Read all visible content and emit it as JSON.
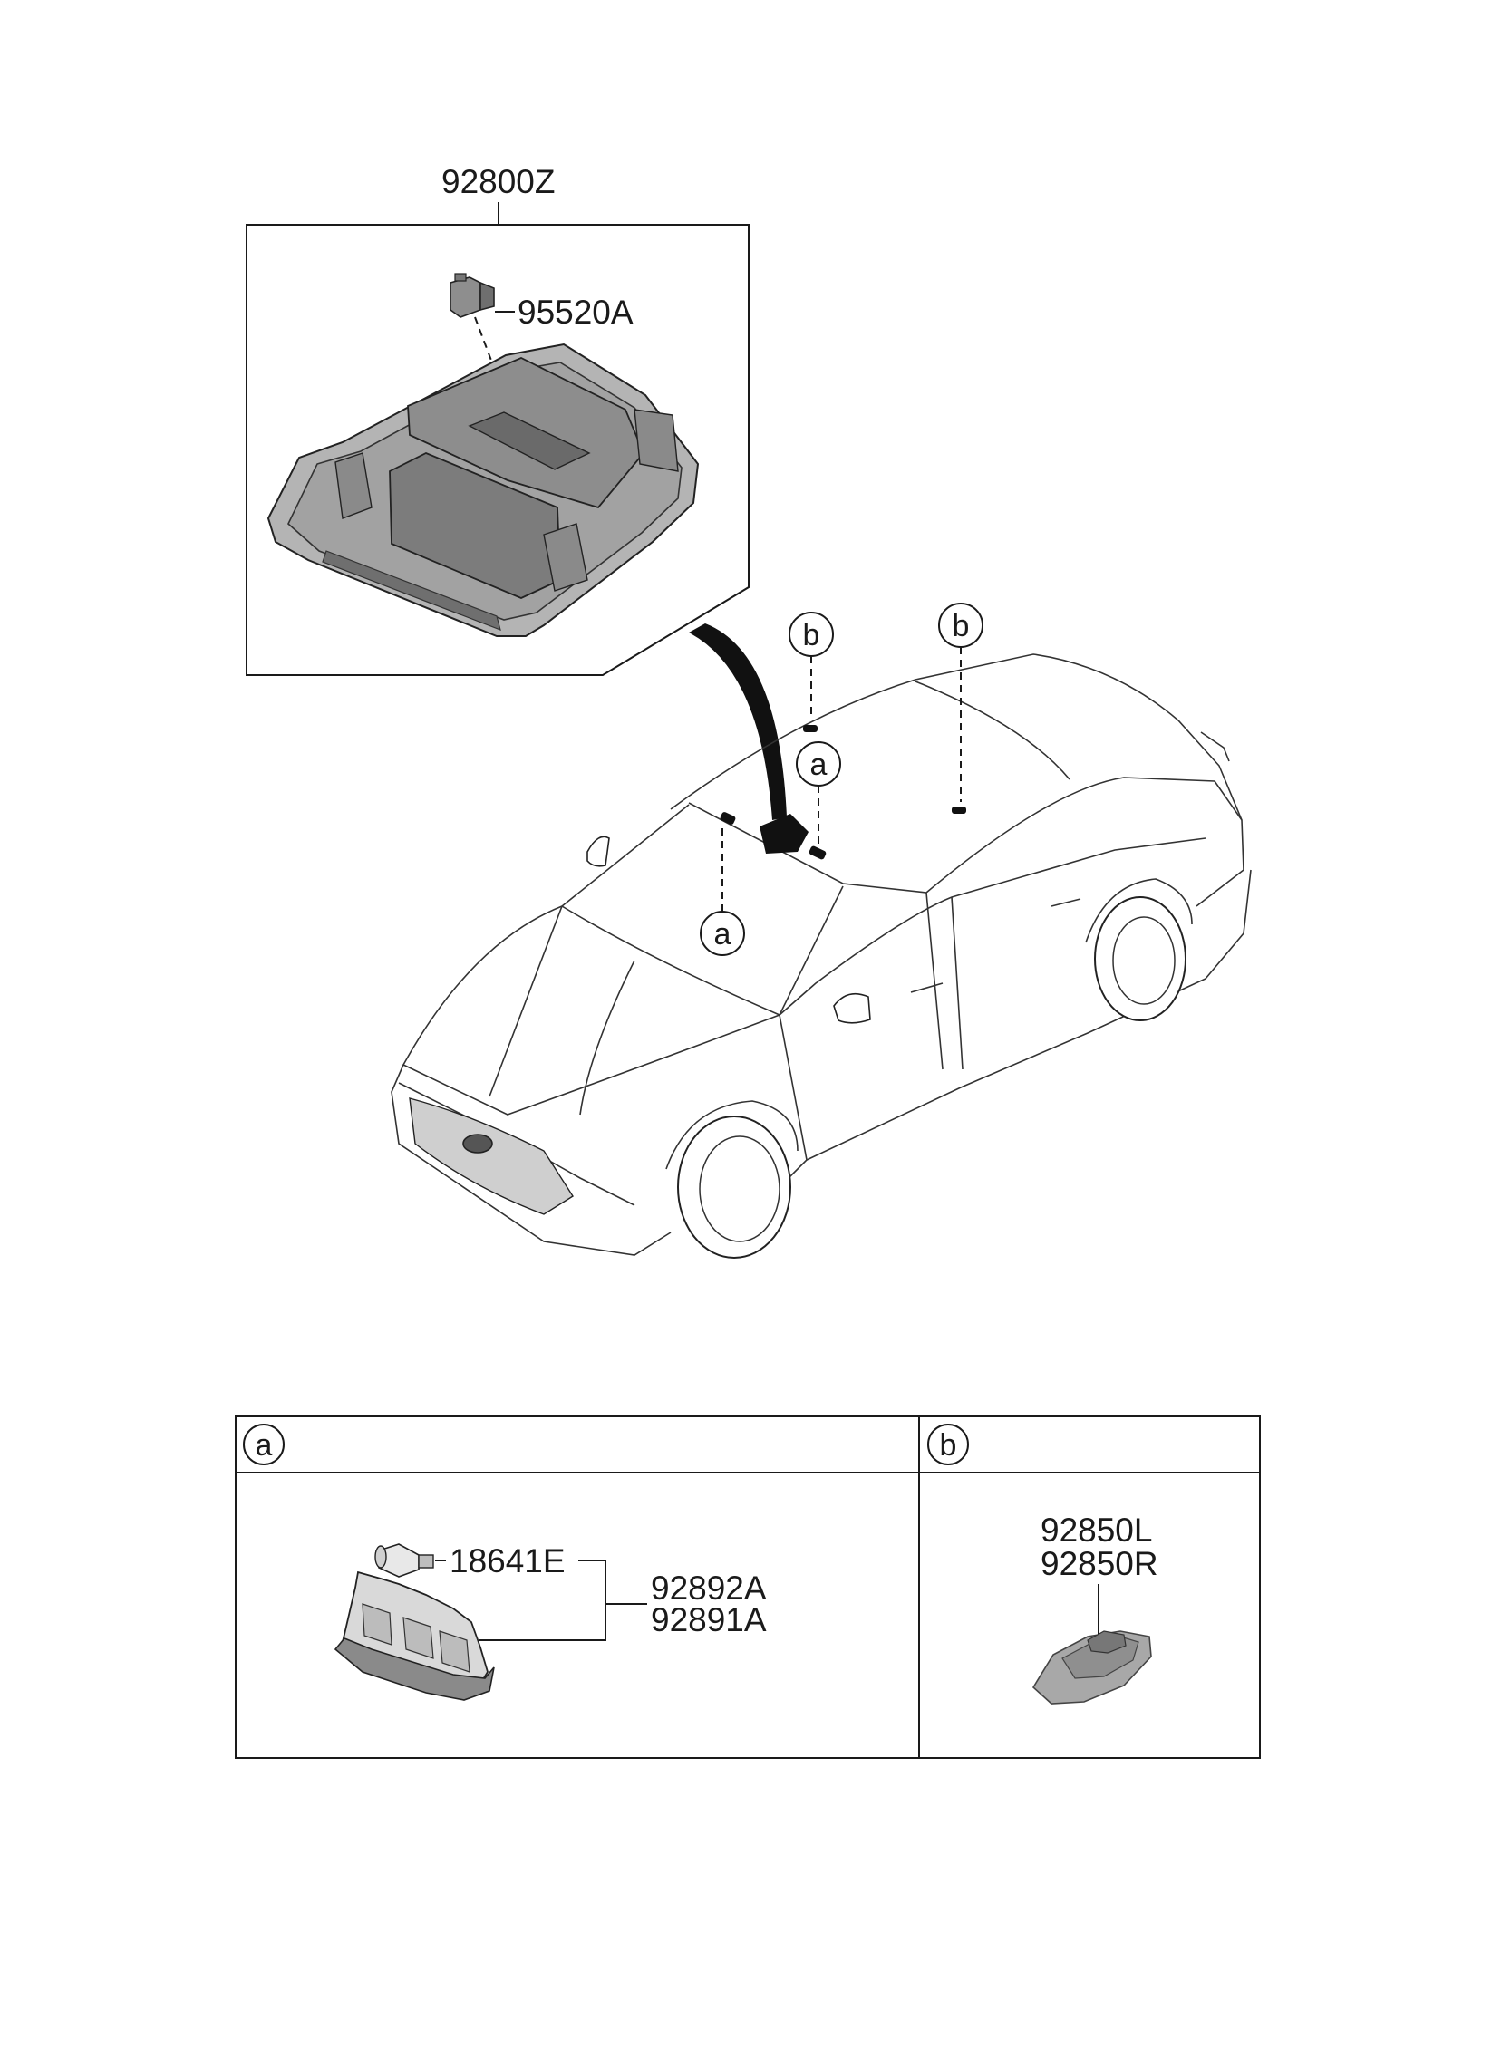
{
  "assembly": {
    "part_no": "92800Z"
  },
  "overhead_console": {
    "bulb_part_no": "95520A"
  },
  "callouts": {
    "a": "a",
    "b": "b"
  },
  "table": {
    "col_a": {
      "tag": "a",
      "bulb_part_no": "18641E",
      "lamp_part_no_1": "92892A",
      "lamp_part_no_2": "92891A"
    },
    "col_b": {
      "tag": "b",
      "lamp_part_no_1": "92850L",
      "lamp_part_no_2": "92850R"
    }
  },
  "colors": {
    "line": "#1a1a1a",
    "part_fill": "#9a9a9a",
    "part_dark": "#6e6e6e"
  }
}
